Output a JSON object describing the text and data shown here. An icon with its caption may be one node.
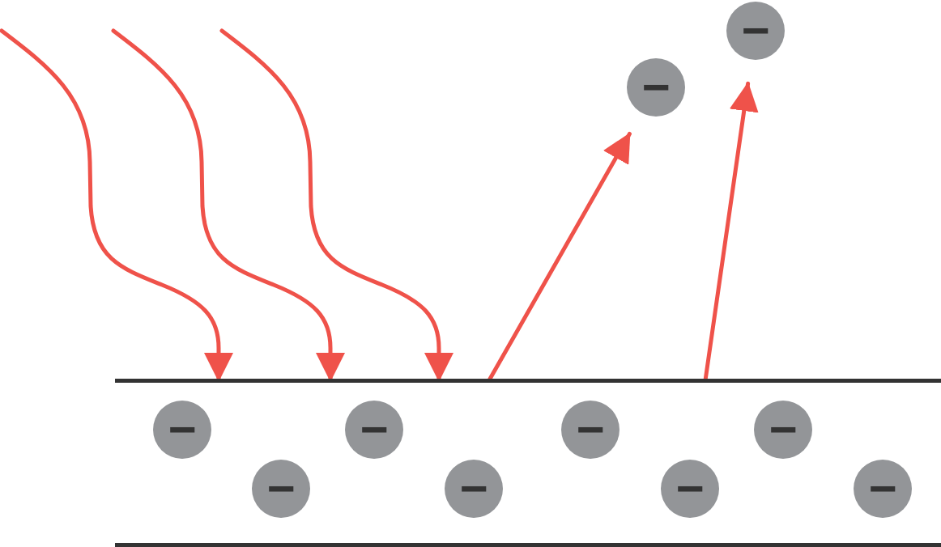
{
  "diagram": {
    "nodes": [
      {
        "text": [],
        "shape": "bar"
      },
      {
        "text": [
          "−"
        ],
        "in": 0
      },
      {
        "text": [
          "−"
        ],
        "in": 0
      },
      {
        "text": [
          "−"
        ],
        "in": 0
      },
      {
        "text": [
          "−"
        ],
        "in": 0
      },
      {
        "text": [
          "−"
        ],
        "in": 0
      },
      {
        "text": [
          "−"
        ],
        "in": 0
      },
      {
        "text": [
          "−"
        ],
        "in": 0
      },
      {
        "text": [
          "−"
        ],
        "in": 0
      },
      {
        "text": [
          "−"
        ]
      },
      {
        "text": [
          "−"
        ]
      }
    ],
    "edges": [
      {
        "from": null,
        "to": 0,
        "arrow": "to"
      },
      {
        "from": null,
        "to": 0,
        "arrow": "to"
      },
      {
        "from": null,
        "to": 0,
        "arrow": "to"
      },
      {
        "from": 0,
        "to": 9,
        "arrow": "to"
      },
      {
        "from": 0,
        "to": 10,
        "arrow": "to"
      }
    ]
  }
}
